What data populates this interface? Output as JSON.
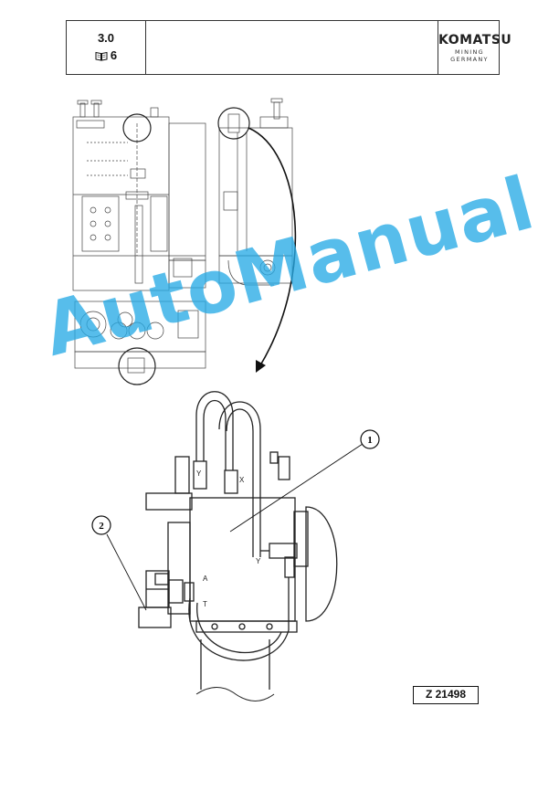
{
  "header": {
    "section": "3.0",
    "page": "6",
    "book_icon": "book-icon",
    "logo_main": "KOMATSU",
    "logo_sub": "MINING GERMANY"
  },
  "watermark": "AutoManual",
  "drawing": {
    "callouts": [
      "1",
      "2"
    ],
    "port_labels": [
      "Y",
      "X",
      "Y",
      "A",
      "T"
    ],
    "reference": "Z 21498"
  }
}
